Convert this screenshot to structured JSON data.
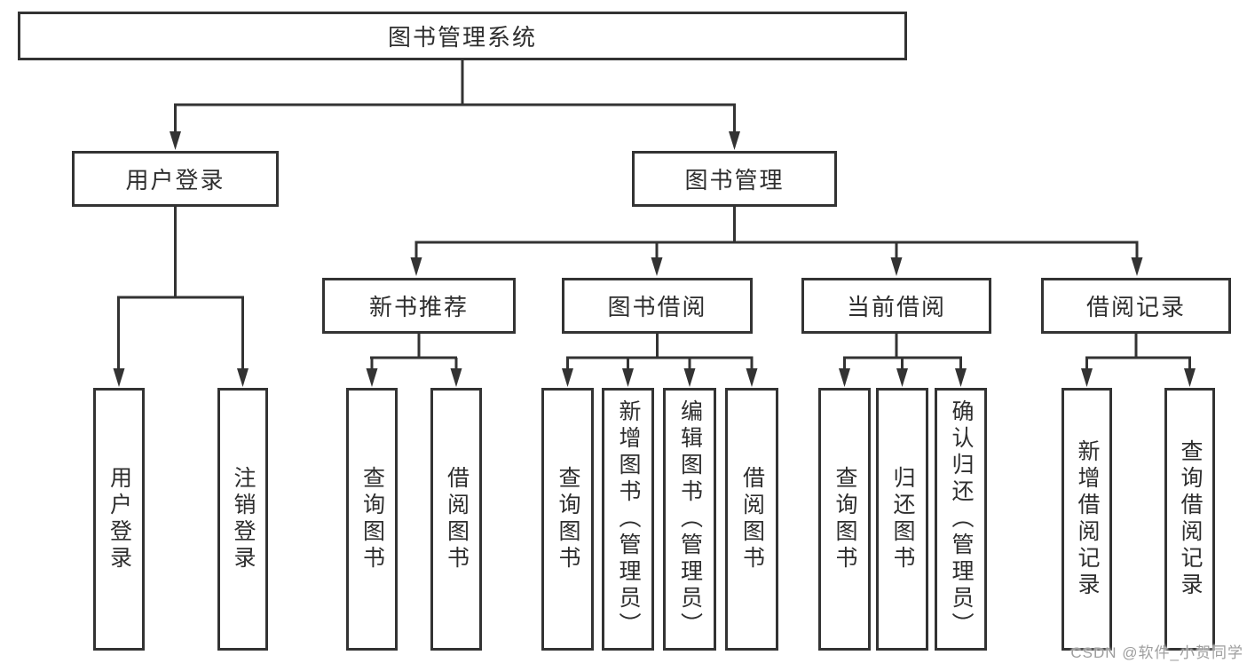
{
  "diagram": {
    "watermark": "CSDN @软件_小贺同学",
    "colors": {
      "line": "#333333",
      "text": "#2e2e2e",
      "box_background": "#ffffff",
      "watermark": "#9e9e9e",
      "page_background": "#ffffff"
    },
    "tree": {
      "label": "图书管理系统",
      "children": [
        {
          "label": "用户登录",
          "children": [
            {
              "label": "用户登录"
            },
            {
              "label": "注销登录"
            }
          ]
        },
        {
          "label": "图书管理",
          "children": [
            {
              "label": "新书推荐",
              "children": [
                {
                  "label": "查询图书"
                },
                {
                  "label": "借阅图书"
                }
              ]
            },
            {
              "label": "图书借阅",
              "children": [
                {
                  "label": "查询图书"
                },
                {
                  "label": "新增图书（管理员）"
                },
                {
                  "label": "编辑图书（管理员）"
                },
                {
                  "label": "借阅图书"
                }
              ]
            },
            {
              "label": "当前借阅",
              "children": [
                {
                  "label": "查询图书"
                },
                {
                  "label": "归还图书"
                },
                {
                  "label": "确认归还（管理员）"
                }
              ]
            },
            {
              "label": "借阅记录",
              "children": [
                {
                  "label": "新增借阅记录"
                },
                {
                  "label": "查询借阅记录"
                }
              ]
            }
          ]
        }
      ]
    }
  }
}
